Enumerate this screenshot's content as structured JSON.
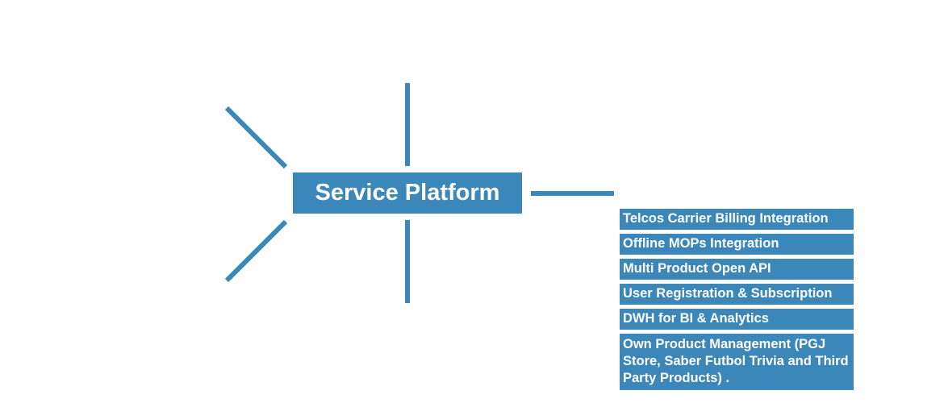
{
  "central_node": {
    "label": "Service Platform"
  },
  "features": [
    {
      "label": "Telcos Carrier Billing Integration"
    },
    {
      "label": "Offline MOPs Integration"
    },
    {
      "label": "Multi Product Open API"
    },
    {
      "label": "User Registration & Subscription"
    },
    {
      "label": "DWH for BI & Analytics"
    },
    {
      "label": "Own Product Management (PGJ Store, Saber Futbol Trivia and Third Party Products) ."
    }
  ],
  "colors": {
    "node_fill": "#3b87ba",
    "connector": "#3b87ba",
    "text": "#ffffff"
  }
}
